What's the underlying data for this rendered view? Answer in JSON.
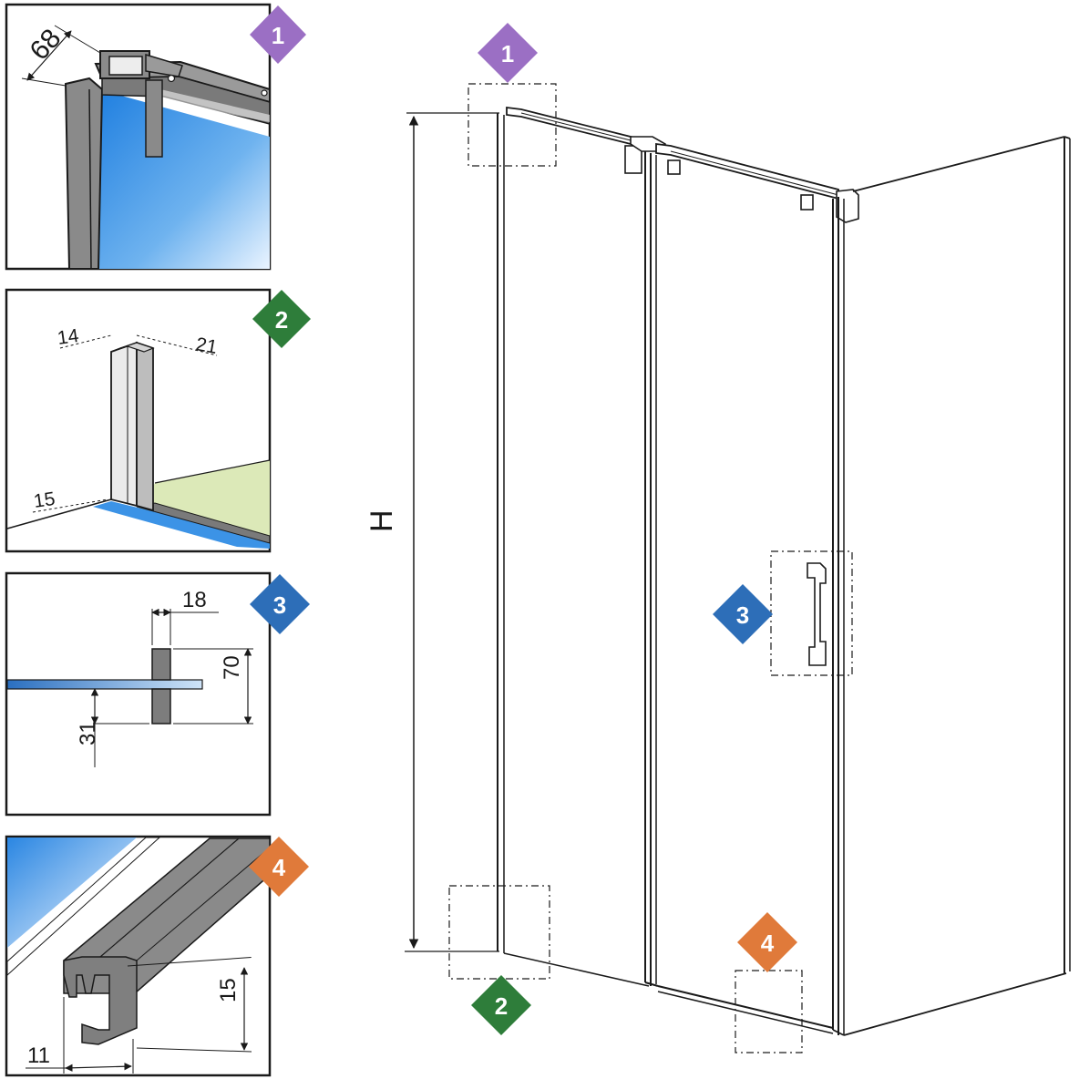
{
  "colors": {
    "badge_1": "#9b6fc4",
    "badge_2": "#2e7d3a",
    "badge_3": "#2d6eb8",
    "badge_4": "#e07a3a",
    "glass_blue": "#2f8be0",
    "profile_gray": "#8a8a8a",
    "floor_green": "#dce9b8"
  },
  "badges": {
    "b1": "1",
    "b2": "2",
    "b3": "3",
    "b4": "4"
  },
  "details": {
    "d1": {
      "dim_depth": "68"
    },
    "d2": {
      "dim_a": "14",
      "dim_b": "21",
      "dim_c": "15"
    },
    "d3": {
      "dim_width": "18",
      "dim_height": "70",
      "dim_offset": "31"
    },
    "d4": {
      "dim_height": "15",
      "dim_width": "11"
    }
  },
  "main": {
    "height_label": "H"
  },
  "icons": [
    "badge-diamond-icon",
    "dimension-arrow-icon"
  ]
}
